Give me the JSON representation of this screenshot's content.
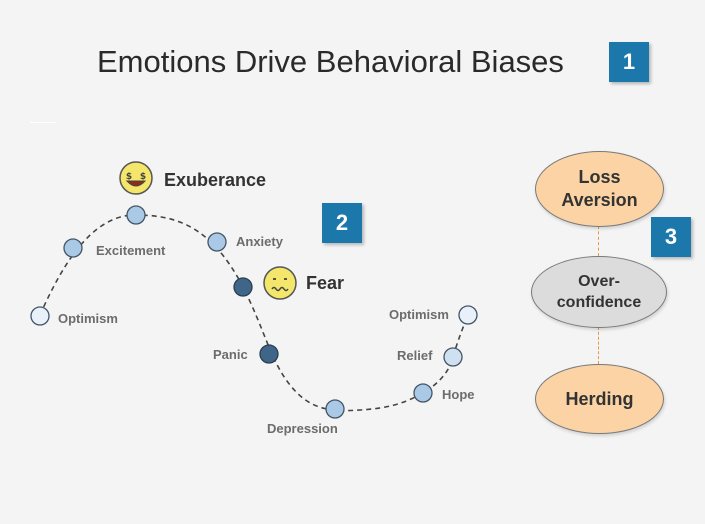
{
  "title": "Emotions Drive Behavioral Biases",
  "badges": {
    "one": "1",
    "two": "2",
    "three": "3"
  },
  "cycle": {
    "optimism_start": "Optimism",
    "excitement": "Excitement",
    "exuberance": "Exuberance",
    "anxiety": "Anxiety",
    "fear": "Fear",
    "panic": "Panic",
    "depression": "Depression",
    "hope": "Hope",
    "relief": "Relief",
    "optimism_end": "Optimism"
  },
  "biases": {
    "loss_aversion_line1": "Loss",
    "loss_aversion_line2": "Aversion",
    "overconfidence_line1": "Over-",
    "overconfidence_line2": "confidence",
    "herding": "Herding"
  },
  "colors": {
    "badge": "#1c77ab",
    "node_light": "#a9c9e6",
    "node_dark": "#3f6688",
    "node_pale": "#e8f1fa",
    "bias_orange": "#fbd3a4",
    "bias_gray": "#dcdcdc",
    "connector": "#e09a4a"
  },
  "icons": {
    "exuberance": "happy-face-icon",
    "fear": "worried-face-icon"
  }
}
